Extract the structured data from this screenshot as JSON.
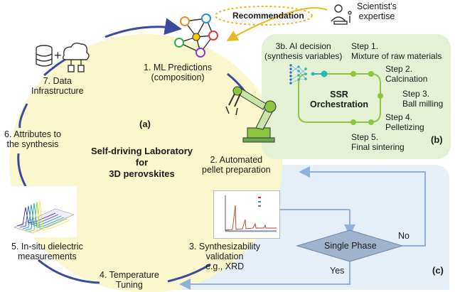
{
  "panel_labels": {
    "a": "(a)",
    "b": "(b)",
    "c": "(c)"
  },
  "center_title": [
    "Self-driving Laboratory",
    "for",
    "3D perovskites"
  ],
  "recommendation": "Recommendation",
  "scientist": [
    "Scientist's",
    "expertise"
  ],
  "stages": {
    "ml": [
      "1. ML Predictions",
      "(composition)"
    ],
    "pellet": [
      "2. Automated",
      "pellet preparation"
    ],
    "validation": [
      "3. Synthesizability",
      "validation",
      "e.g., XRD"
    ],
    "temperature": [
      "4. Temperature",
      "Tuning"
    ],
    "dielectric": [
      "5. In-situ dielectric",
      "measurements"
    ],
    "attributes": [
      "6. Attributes to",
      "the synthesis"
    ],
    "data": [
      "7. Data",
      "Infrastructure"
    ]
  },
  "panel_b": {
    "ai_decision": [
      "3b. AI decision",
      "(synthesis variables)"
    ],
    "orchestration": [
      "SSR",
      "Orchestration"
    ],
    "steps": [
      [
        "Step 1.",
        "Mixture of raw materials"
      ],
      [
        "Step 2.",
        "Calcination"
      ],
      [
        "Step 3.",
        "Ball milling"
      ],
      [
        "Step 4.",
        "Pelletizing"
      ],
      [
        "Step 5.",
        "Final sintering"
      ]
    ]
  },
  "panel_c": {
    "decision": "Single Phase",
    "no": "No",
    "yes": "Yes"
  },
  "colors": {
    "cycle_fill": "#fbf7cc",
    "panel_b_bg": "#e4f1d4",
    "panel_c_bg": "#e6eef8",
    "arrow": "#3a4a9c",
    "decision_fill": "#9fb4cc",
    "step_dot": "#8cc63f",
    "gold": "#e8b923"
  },
  "icons": {
    "scientist": "scientist-icon",
    "ml": "graph-network-icon",
    "robot": "robot-arm-icon",
    "data": "database-cloud-icon",
    "ai": "neural-network-icon"
  }
}
